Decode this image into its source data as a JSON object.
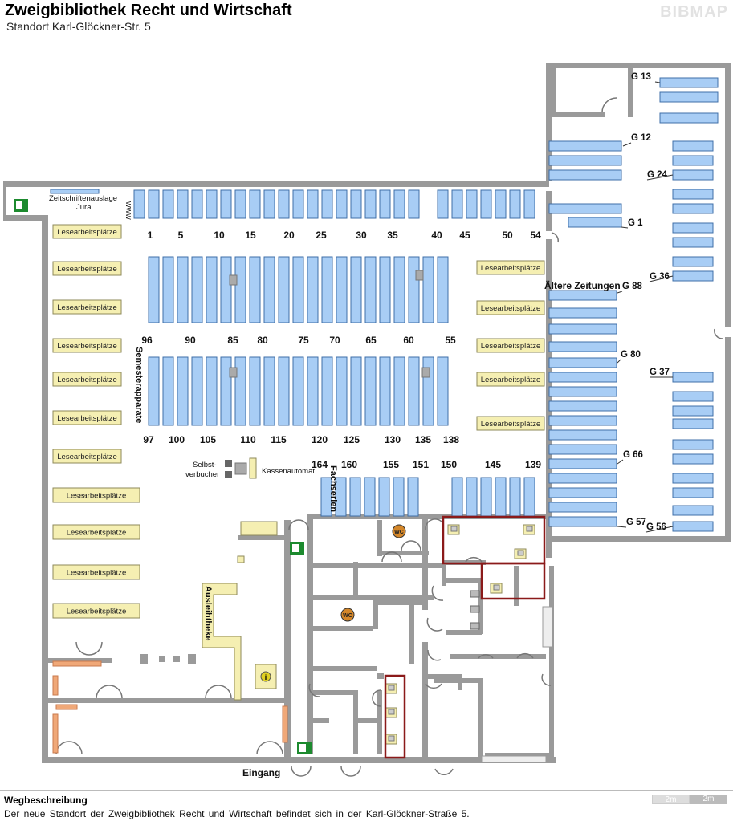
{
  "header": {
    "title": "Zweigbibliothek Recht und Wirtschaft",
    "subtitle": "Standort Karl-Glöckner-Str. 5",
    "logo": "BIBMAP"
  },
  "labels": {
    "zeitschriften": "Zeitschriftenauslage",
    "jura": "Jura",
    "www": "WWW",
    "semesterapparate": "Semesterapparate",
    "fachserien": "Fachserien",
    "selbst1": "Selbst-",
    "selbst2": "verbucher",
    "kassenautomat": "Kassenautomat",
    "ausleihtheke": "Ausleihtheke",
    "eingang": "Eingang",
    "aeltere_zeitungen": "Ältere Zeitungen",
    "info": "i",
    "wc": "WC"
  },
  "reading_places_label": "Lesearbeitsplätze",
  "shelf_numbers": {
    "row1": [
      "1",
      "5",
      "10",
      "15",
      "20",
      "25",
      "30",
      "35",
      "40",
      "45",
      "50",
      "54"
    ],
    "row2": [
      "96",
      "90",
      "85",
      "80",
      "75",
      "70",
      "65",
      "60",
      "55"
    ],
    "row3": [
      "97",
      "100",
      "105",
      "110",
      "115",
      "120",
      "125",
      "130",
      "135",
      "138"
    ],
    "fachserien_left": [
      "164",
      "160",
      "155",
      "151"
    ],
    "fachserien_right": [
      "150",
      "145",
      "139"
    ]
  },
  "g_labels": [
    "G 13",
    "G 12",
    "G 24",
    "G 1",
    "G 36",
    "G 88",
    "G 80",
    "G 37",
    "G 66",
    "G 57",
    "G 56"
  ],
  "footer": {
    "heading": "Wegbeschreibung",
    "text": "Der neue Standort der Zweigbibliothek Recht und Wirtschaft befindet sich in der Karl-Glöckner-Straße 5.",
    "scale": [
      "2m",
      "2m"
    ]
  },
  "colors": {
    "shelf_fill": "#a8cdf5",
    "shelf_stroke": "#3f6fa8",
    "wall": "#9a9a9a",
    "reading_fill": "#f5efb2",
    "reading_stroke": "#8e8a5a",
    "highlight": "#8b1a1a",
    "exit_green": "#1c8a2e",
    "wc": "#d4872a",
    "seat_orange": "#f0a878"
  }
}
